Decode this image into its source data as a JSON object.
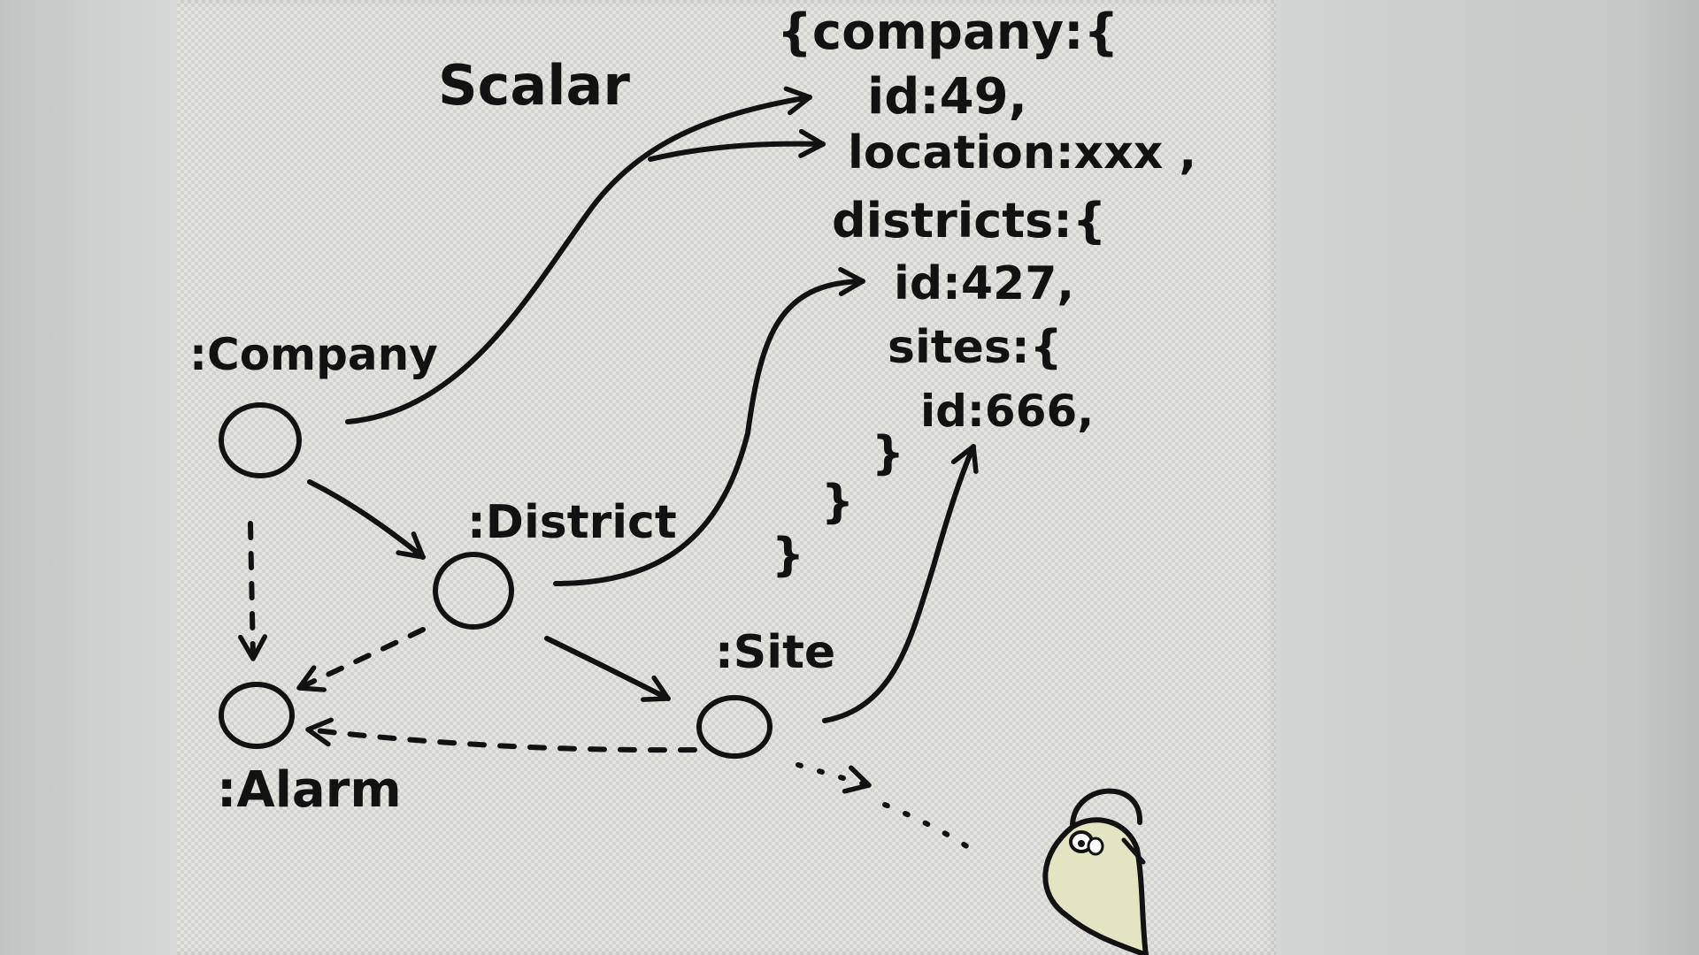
{
  "scalar_label": "Scalar",
  "nodes": {
    "company": ":Company",
    "district": ":District",
    "site": ":Site",
    "alarm": ":Alarm"
  },
  "json_lines": {
    "company_open": "{company:{",
    "company_id": "id:49,",
    "company_location": "location:xxx ,",
    "districts_open": "districts:{",
    "district_id": "id:427,",
    "sites_open": "sites:{",
    "site_id": "id:666,",
    "close_1": "}",
    "close_2": "}",
    "close_3": "}"
  },
  "ink_color": "#121212",
  "mascot": {
    "icon": "gopher-mascot-icon",
    "fill": "#e3e5c2"
  }
}
